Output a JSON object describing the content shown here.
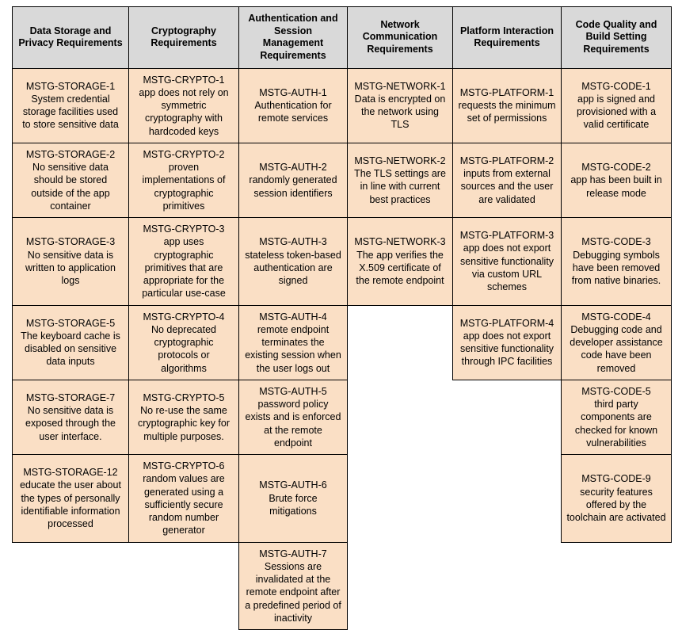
{
  "table": {
    "columns": [
      "Data Storage and Privacy Requirements",
      "Cryptography Requirements",
      "Authentication and Session Management Requirements",
      "Network Communication Requirements",
      "Platform Interaction Requirements",
      "Code Quality and Build Setting Requirements"
    ],
    "colors": {
      "header_background": "#d9d9d9",
      "cell_background": "#fadfc5",
      "border": "#000000",
      "text": "#000000",
      "page_background": "#ffffff"
    },
    "rows": [
      [
        {
          "id": "MSTG-STORAGE-1",
          "text": "System credential storage facilities used to store sensitive data"
        },
        {
          "id": "MSTG-CRYPTO-1",
          "text": "app does not rely on symmetric cryptography with hardcoded keys"
        },
        {
          "id": "MSTG-AUTH-1",
          "text": "Authentication for remote services"
        },
        {
          "id": "MSTG-NETWORK-1",
          "text": "Data is encrypted on the network using TLS"
        },
        {
          "id": "MSTG-PLATFORM-1",
          "text": "requests the minimum set of permissions"
        },
        {
          "id": "MSTG-CODE-1",
          "text": "app is signed and provisioned with a valid certificate"
        }
      ],
      [
        {
          "id": "MSTG-STORAGE-2",
          "text": "No sensitive data should be stored outside of the app container"
        },
        {
          "id": "MSTG-CRYPTO-2",
          "text": "proven implementations of cryptographic primitives"
        },
        {
          "id": "MSTG-AUTH-2",
          "text": "randomly generated session identifiers"
        },
        {
          "id": "MSTG-NETWORK-2",
          "text": "The TLS settings are in line with current best practices"
        },
        {
          "id": "MSTG-PLATFORM-2",
          "text": "inputs from external sources and the user are validated"
        },
        {
          "id": "MSTG-CODE-2",
          "text": "app has been built in release mode"
        }
      ],
      [
        {
          "id": "MSTG-STORAGE-3",
          "text": "No sensitive data is written to application logs"
        },
        {
          "id": "MSTG-CRYPTO-3",
          "text": "app uses cryptographic primitives that are appropriate for the particular use-case"
        },
        {
          "id": "MSTG-AUTH-3",
          "text": "stateless token-based authentication are signed"
        },
        {
          "id": "MSTG-NETWORK-3",
          "text": "The app verifies the X.509 certificate of the remote endpoint"
        },
        {
          "id": "MSTG-PLATFORM-3",
          "text": "app does not export sensitive functionality via custom URL schemes"
        },
        {
          "id": "MSTG-CODE-3",
          "text": "Debugging symbols have been removed from native binaries."
        }
      ],
      [
        {
          "id": "MSTG-STORAGE-5",
          "text": "The keyboard cache is disabled on sensitive data inputs"
        },
        {
          "id": "MSTG-CRYPTO-4",
          "text": "No deprecated cryptographic protocols or algorithms"
        },
        {
          "id": "MSTG-AUTH-4",
          "text": "remote endpoint terminates the existing session when the user logs out"
        },
        null,
        {
          "id": "MSTG-PLATFORM-4",
          "text": "app does not export sensitive functionality through IPC facilities"
        },
        {
          "id": "MSTG-CODE-4",
          "text": "Debugging code and developer assistance code have been removed"
        }
      ],
      [
        {
          "id": "MSTG-STORAGE-7",
          "text": "No sensitive data is exposed through the user interface."
        },
        {
          "id": "MSTG-CRYPTO-5",
          "text": "No re-use the same cryptographic key for multiple purposes."
        },
        {
          "id": "MSTG-AUTH-5",
          "text": "password policy exists and is enforced at the remote endpoint"
        },
        null,
        null,
        {
          "id": "MSTG-CODE-5",
          "text": "third party components are checked for known vulnerabilities"
        }
      ],
      [
        {
          "id": "MSTG-STORAGE-12",
          "text": "educate the user about the types of personally identifiable information processed"
        },
        {
          "id": "MSTG-CRYPTO-6",
          "text": "random values are generated using a sufficiently secure random number generator"
        },
        {
          "id": "MSTG-AUTH-6",
          "text": "Brute force mitigations"
        },
        null,
        null,
        {
          "id": "MSTG-CODE-9",
          "text": "security features offered by the toolchain are activated"
        }
      ],
      [
        null,
        null,
        {
          "id": "MSTG-AUTH-7",
          "text": "Sessions are invalidated at the remote endpoint after a predefined period of inactivity"
        },
        null,
        null,
        null
      ]
    ]
  }
}
